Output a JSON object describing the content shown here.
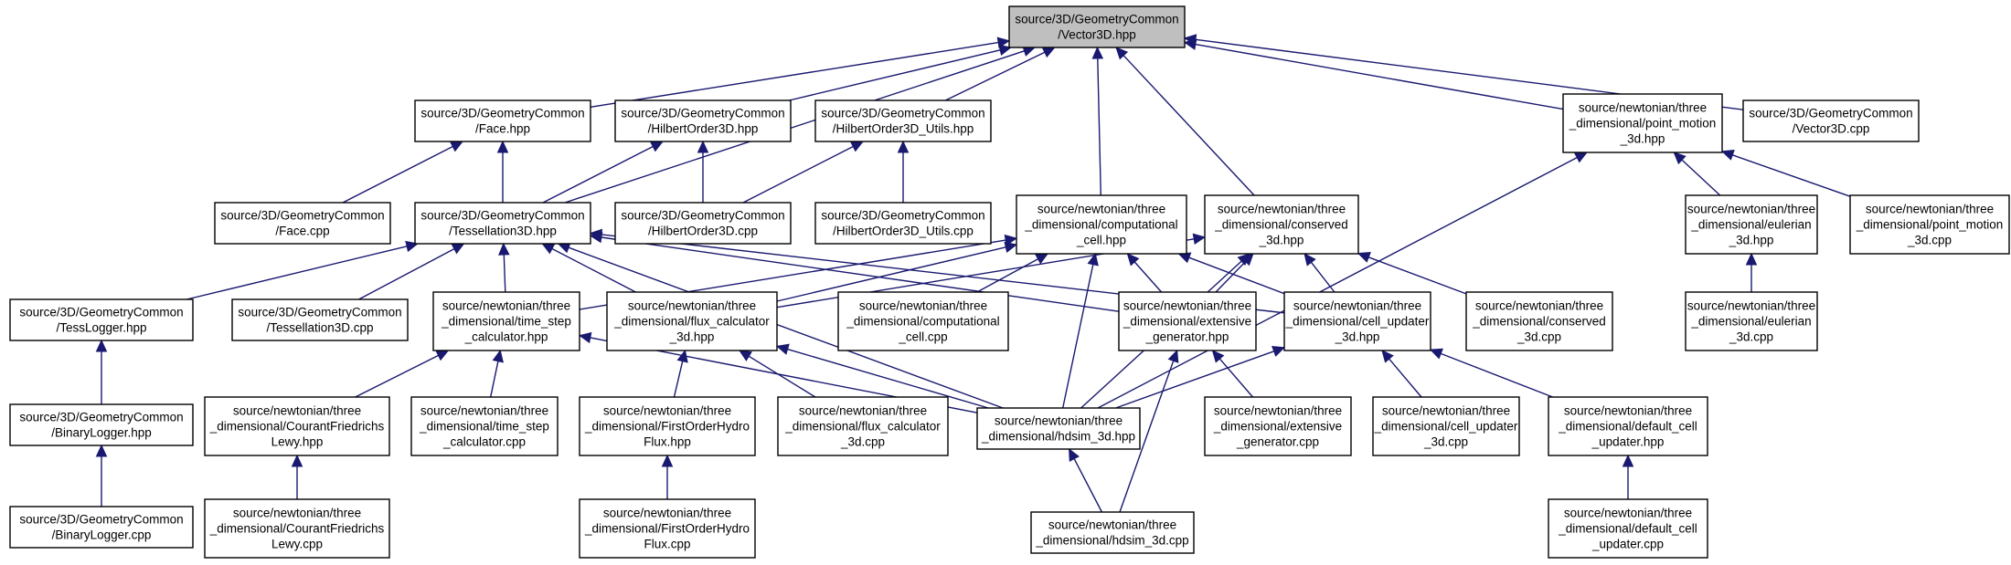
{
  "diagram": {
    "type": "include-dependency-graph",
    "colors": {
      "edge": "#191970",
      "root_fill": "#bfbfbf",
      "node_fill": "#ffffff",
      "node_border": "#000000"
    },
    "nodes": [
      {
        "id": "vector3d_hpp",
        "label": "source/3D/GeometryCommon\n/Vector3D.hpp",
        "root": true
      },
      {
        "id": "face_hpp",
        "label": "source/3D/GeometryCommon\n/Face.hpp"
      },
      {
        "id": "hilbert_hpp",
        "label": "source/3D/GeometryCommon\n/HilbertOrder3D.hpp"
      },
      {
        "id": "hilbertutils_hpp",
        "label": "source/3D/GeometryCommon\n/HilbertOrder3D_Utils.hpp"
      },
      {
        "id": "pointmotion_hpp",
        "label": "source/newtonian/three\n_dimensional/point_motion\n_3d.hpp"
      },
      {
        "id": "vector3d_cpp",
        "label": "source/3D/GeometryCommon\n/Vector3D.cpp"
      },
      {
        "id": "face_cpp",
        "label": "source/3D/GeometryCommon\n/Face.cpp"
      },
      {
        "id": "tess_hpp",
        "label": "source/3D/GeometryCommon\n/Tessellation3D.hpp"
      },
      {
        "id": "hilbert_cpp",
        "label": "source/3D/GeometryCommon\n/HilbertOrder3D.cpp"
      },
      {
        "id": "hilbertutils_cpp",
        "label": "source/3D/GeometryCommon\n/HilbertOrder3D_Utils.cpp"
      },
      {
        "id": "compcell_hpp",
        "label": "source/newtonian/three\n_dimensional/computational\n_cell.hpp"
      },
      {
        "id": "conserved_hpp",
        "label": "source/newtonian/three\n_dimensional/conserved\n_3d.hpp"
      },
      {
        "id": "eulerian_hpp",
        "label": "source/newtonian/three\n_dimensional/eulerian\n_3d.hpp"
      },
      {
        "id": "pointmotion_cpp",
        "label": "source/newtonian/three\n_dimensional/point_motion\n_3d.cpp"
      },
      {
        "id": "tesslogger_hpp",
        "label": "source/3D/GeometryCommon\n/TessLogger.hpp"
      },
      {
        "id": "tess_cpp",
        "label": "source/3D/GeometryCommon\n/Tessellation3D.cpp"
      },
      {
        "id": "timestep_hpp",
        "label": "source/newtonian/three\n_dimensional/time_step\n_calculator.hpp"
      },
      {
        "id": "flux_hpp",
        "label": "source/newtonian/three\n_dimensional/flux_calculator\n_3d.hpp"
      },
      {
        "id": "compcell_cpp",
        "label": "source/newtonian/three\n_dimensional/computational\n_cell.cpp"
      },
      {
        "id": "extensive_hpp",
        "label": "source/newtonian/three\n_dimensional/extensive\n_generator.hpp"
      },
      {
        "id": "cellupdater_hpp",
        "label": "source/newtonian/three\n_dimensional/cell_updater\n_3d.hpp"
      },
      {
        "id": "conserved_cpp",
        "label": "source/newtonian/three\n_dimensional/conserved\n_3d.cpp"
      },
      {
        "id": "eulerian_cpp",
        "label": "source/newtonian/three\n_dimensional/eulerian\n_3d.cpp"
      },
      {
        "id": "binarylogger_hpp",
        "label": "source/3D/GeometryCommon\n/BinaryLogger.hpp"
      },
      {
        "id": "cfl_hpp",
        "label": "source/newtonian/three\n_dimensional/CourantFriedrichs\nLewy.hpp"
      },
      {
        "id": "timestep_cpp",
        "label": "source/newtonian/three\n_dimensional/time_step\n_calculator.cpp"
      },
      {
        "id": "firstorder_hpp",
        "label": "source/newtonian/three\n_dimensional/FirstOrderHydro\nFlux.hpp"
      },
      {
        "id": "flux_cpp",
        "label": "source/newtonian/three\n_dimensional/flux_calculator\n_3d.cpp"
      },
      {
        "id": "hdsim_hpp",
        "label": "source/newtonian/three\n_dimensional/hdsim_3d.hpp"
      },
      {
        "id": "extensive_cpp",
        "label": "source/newtonian/three\n_dimensional/extensive\n_generator.cpp"
      },
      {
        "id": "cellupdater_cpp",
        "label": "source/newtonian/three\n_dimensional/cell_updater\n_3d.cpp"
      },
      {
        "id": "defaultcell_hpp",
        "label": "source/newtonian/three\n_dimensional/default_cell\n_updater.hpp"
      },
      {
        "id": "binarylogger_cpp",
        "label": "source/3D/GeometryCommon\n/BinaryLogger.cpp"
      },
      {
        "id": "cfl_cpp",
        "label": "source/newtonian/three\n_dimensional/CourantFriedrichs\nLewy.cpp"
      },
      {
        "id": "firstorder_cpp",
        "label": "source/newtonian/three\n_dimensional/FirstOrderHydro\nFlux.cpp"
      },
      {
        "id": "hdsim_cpp",
        "label": "source/newtonian/three\n_dimensional/hdsim_3d.cpp"
      },
      {
        "id": "defaultcell_cpp",
        "label": "source/newtonian/three\n_dimensional/default_cell\n_updater.cpp"
      }
    ],
    "edges": [
      {
        "from": "face_hpp",
        "to": "vector3d_hpp"
      },
      {
        "from": "hilbert_hpp",
        "to": "vector3d_hpp"
      },
      {
        "from": "hilbertutils_hpp",
        "to": "vector3d_hpp"
      },
      {
        "from": "compcell_hpp",
        "to": "vector3d_hpp"
      },
      {
        "from": "conserved_hpp",
        "to": "vector3d_hpp"
      },
      {
        "from": "pointmotion_hpp",
        "to": "vector3d_hpp"
      },
      {
        "from": "vector3d_cpp",
        "to": "vector3d_hpp"
      },
      {
        "from": "tess_hpp",
        "to": "vector3d_hpp"
      },
      {
        "from": "face_cpp",
        "to": "face_hpp"
      },
      {
        "from": "tess_hpp",
        "to": "face_hpp"
      },
      {
        "from": "tess_hpp",
        "to": "hilbert_hpp"
      },
      {
        "from": "hilbert_cpp",
        "to": "hilbert_hpp"
      },
      {
        "from": "hilbert_cpp",
        "to": "hilbertutils_hpp"
      },
      {
        "from": "hilbertutils_cpp",
        "to": "hilbertutils_hpp"
      },
      {
        "from": "tesslogger_hpp",
        "to": "tess_hpp"
      },
      {
        "from": "tess_cpp",
        "to": "tess_hpp"
      },
      {
        "from": "timestep_hpp",
        "to": "tess_hpp"
      },
      {
        "from": "flux_hpp",
        "to": "tess_hpp"
      },
      {
        "from": "extensive_hpp",
        "to": "tess_hpp"
      },
      {
        "from": "cellupdater_hpp",
        "to": "tess_hpp"
      },
      {
        "from": "hdsim_hpp",
        "to": "tess_hpp"
      },
      {
        "from": "timestep_hpp",
        "to": "compcell_hpp"
      },
      {
        "from": "flux_hpp",
        "to": "compcell_hpp"
      },
      {
        "from": "compcell_cpp",
        "to": "compcell_hpp"
      },
      {
        "from": "extensive_hpp",
        "to": "compcell_hpp"
      },
      {
        "from": "cellupdater_hpp",
        "to": "compcell_hpp"
      },
      {
        "from": "hdsim_hpp",
        "to": "compcell_hpp"
      },
      {
        "from": "flux_hpp",
        "to": "conserved_hpp"
      },
      {
        "from": "extensive_hpp",
        "to": "conserved_hpp"
      },
      {
        "from": "cellupdater_hpp",
        "to": "conserved_hpp"
      },
      {
        "from": "conserved_cpp",
        "to": "conserved_hpp"
      },
      {
        "from": "hdsim_hpp",
        "to": "conserved_hpp"
      },
      {
        "from": "eulerian_hpp",
        "to": "pointmotion_hpp"
      },
      {
        "from": "pointmotion_cpp",
        "to": "pointmotion_hpp"
      },
      {
        "from": "hdsim_hpp",
        "to": "pointmotion_hpp"
      },
      {
        "from": "eulerian_cpp",
        "to": "eulerian_hpp"
      },
      {
        "from": "binarylogger_hpp",
        "to": "tesslogger_hpp"
      },
      {
        "from": "binarylogger_cpp",
        "to": "binarylogger_hpp"
      },
      {
        "from": "cfl_hpp",
        "to": "timestep_hpp"
      },
      {
        "from": "timestep_cpp",
        "to": "timestep_hpp"
      },
      {
        "from": "hdsim_hpp",
        "to": "timestep_hpp"
      },
      {
        "from": "firstorder_hpp",
        "to": "flux_hpp"
      },
      {
        "from": "flux_cpp",
        "to": "flux_hpp"
      },
      {
        "from": "hdsim_hpp",
        "to": "flux_hpp"
      },
      {
        "from": "extensive_cpp",
        "to": "extensive_hpp"
      },
      {
        "from": "hdsim_cpp",
        "to": "extensive_hpp"
      },
      {
        "from": "hdsim_hpp",
        "to": "cellupdater_hpp"
      },
      {
        "from": "cellupdater_cpp",
        "to": "cellupdater_hpp"
      },
      {
        "from": "defaultcell_hpp",
        "to": "cellupdater_hpp"
      },
      {
        "from": "cfl_cpp",
        "to": "cfl_hpp"
      },
      {
        "from": "firstorder_cpp",
        "to": "firstorder_hpp"
      },
      {
        "from": "hdsim_cpp",
        "to": "hdsim_hpp"
      },
      {
        "from": "defaultcell_cpp",
        "to": "defaultcell_hpp"
      }
    ]
  }
}
